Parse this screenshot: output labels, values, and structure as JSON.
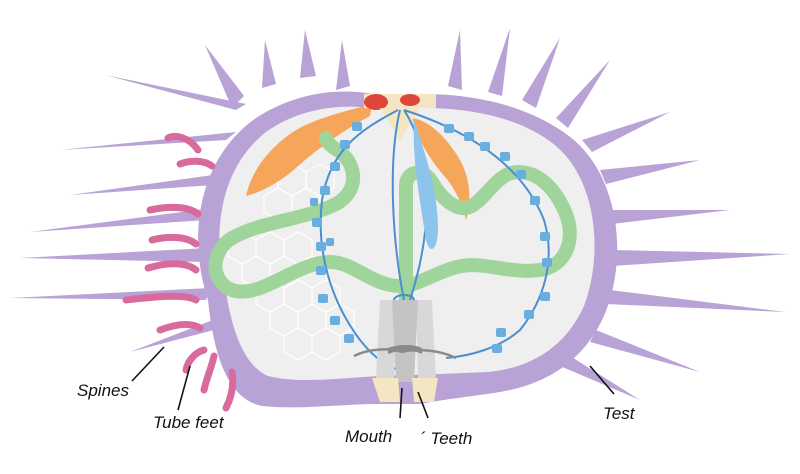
{
  "labels": {
    "spines": "Spines",
    "tube_feet": "Tube feet",
    "mouth": "Mouth",
    "teeth": "´ Teeth",
    "test": "Test"
  },
  "colors": {
    "test": "#b9a3d6",
    "interior": "#efefef",
    "gonad": "#f5a65b",
    "gut": "#9fd49a",
    "water_vascular": "#4a8fd0",
    "ampulla": "#6aaee0",
    "tube_feet": "#d86a9c",
    "lantern": "#d8d8d8",
    "lantern_ring": "#8a8a8a",
    "aboral_red": "#e0453a",
    "aboral_cream": "#f4e6c2",
    "leader": "#111111"
  }
}
